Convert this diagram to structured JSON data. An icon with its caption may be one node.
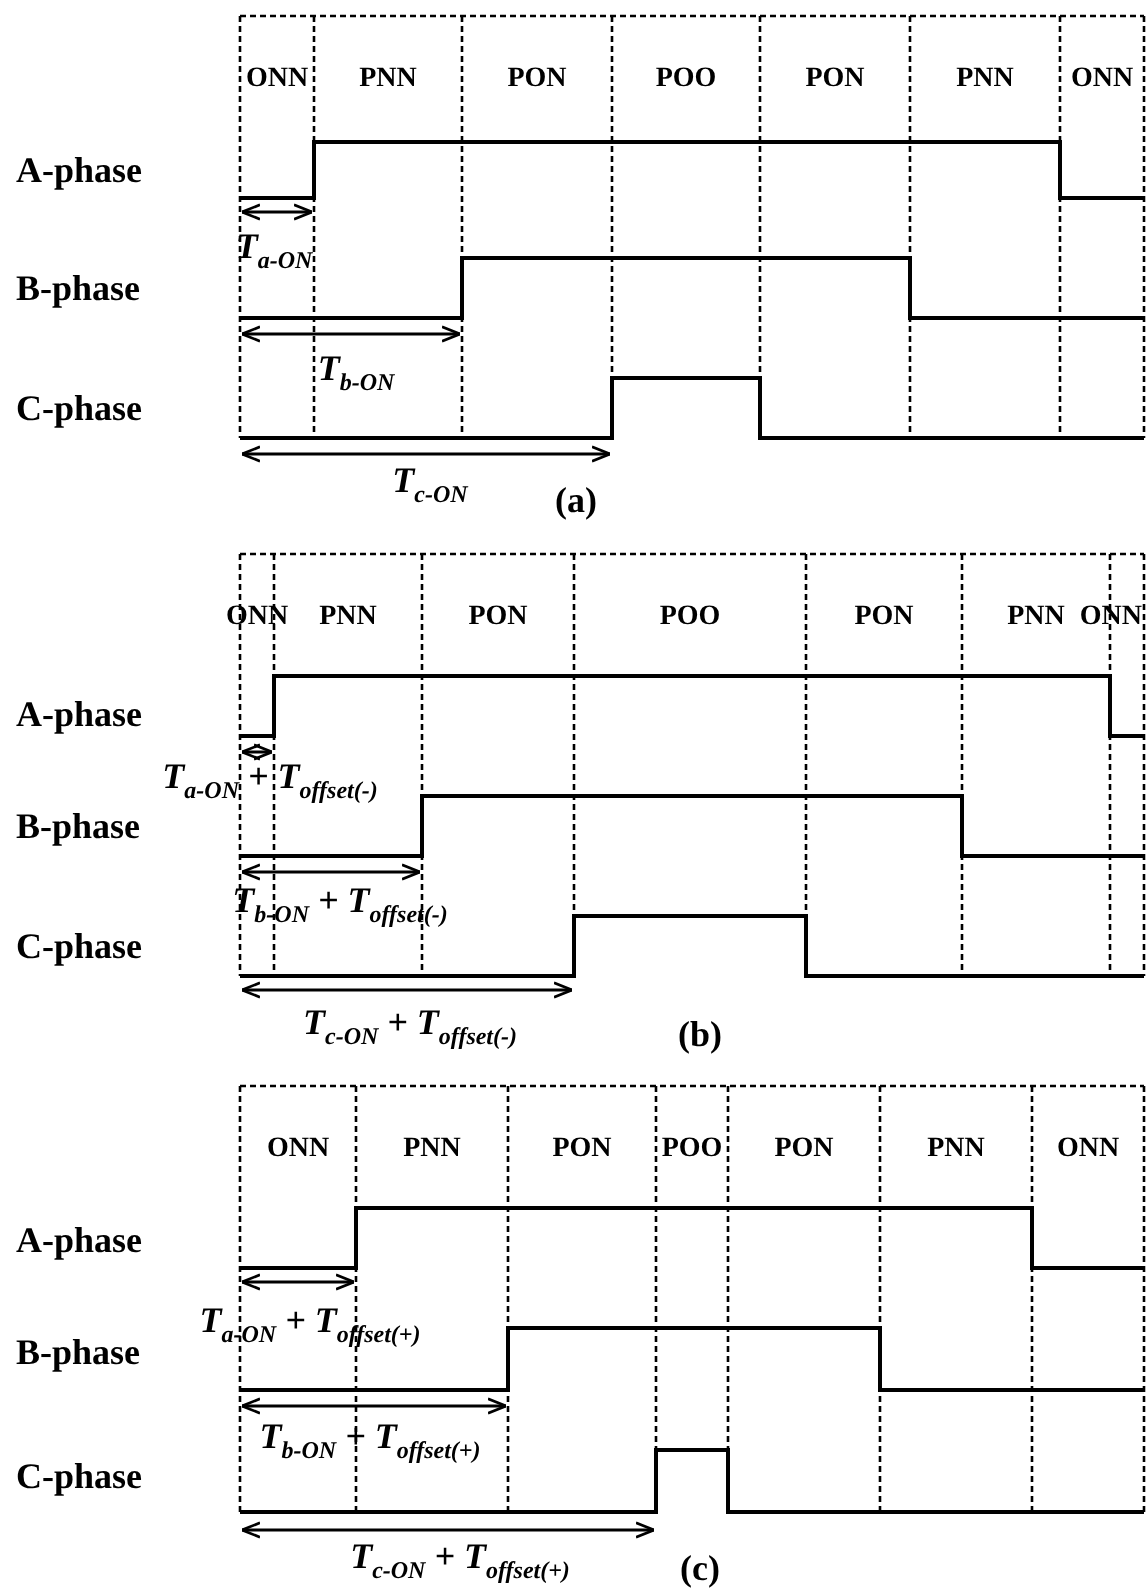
{
  "diagram": {
    "labels": [
      "ONN",
      "PNN",
      "PON",
      "POO",
      "PON",
      "PNN",
      "ONN",
      "A-phase",
      "T$_{a-ON}$",
      "B-phase",
      "T$_{b-ON}$",
      "C-phase",
      "T$_{c-ON}$",
      "(a)",
      "ONN",
      "PNN",
      "PON",
      "POO",
      "PON",
      "PNN",
      "ONN",
      "A-phase",
      "T$_{a-ON}$ + T$_{offset(-)}$",
      "B-phase",
      "T$_{b-ON}$ + T$_{offset(-)}$",
      "C-phase",
      "T$_{c-ON}$ + T$_{offset(-)}$",
      "(b)",
      "ONN",
      "PNN",
      "PON",
      "POO",
      "PON",
      "PNN",
      "ONN",
      "A-phase",
      "T$_{a-ON}$ + T$_{offset(+)}$",
      "B-phase",
      "T$_{b-ON}$ + T$_{offset(+)}$",
      "C-phase",
      "T$_{c-ON}$ + T$_{offset(+)}$",
      "(c)"
    ]
  }
}
